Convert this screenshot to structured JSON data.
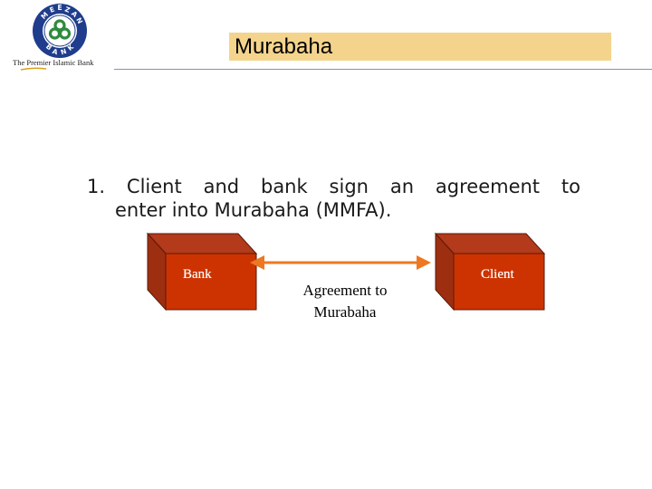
{
  "header": {
    "logo_text": "MEEZAN BANK",
    "tagline": "The Premier Islamic Bank",
    "title": "Murabaha"
  },
  "content": {
    "point_line1": "1. Client and bank sign an agreement to",
    "point_line2": "enter into Murabaha (MMFA)."
  },
  "diagram": {
    "left_box_label": "Bank",
    "right_box_label": "Client",
    "arrow_label_line1": "Agreement to",
    "arrow_label_line2": "Murabaha",
    "box_color": "#cc3300",
    "arrow_color": "#ee7722"
  },
  "colors": {
    "title_bg": "#f4d48c",
    "logo_blue": "#1f3d8c",
    "logo_green": "#2e8b3c"
  }
}
